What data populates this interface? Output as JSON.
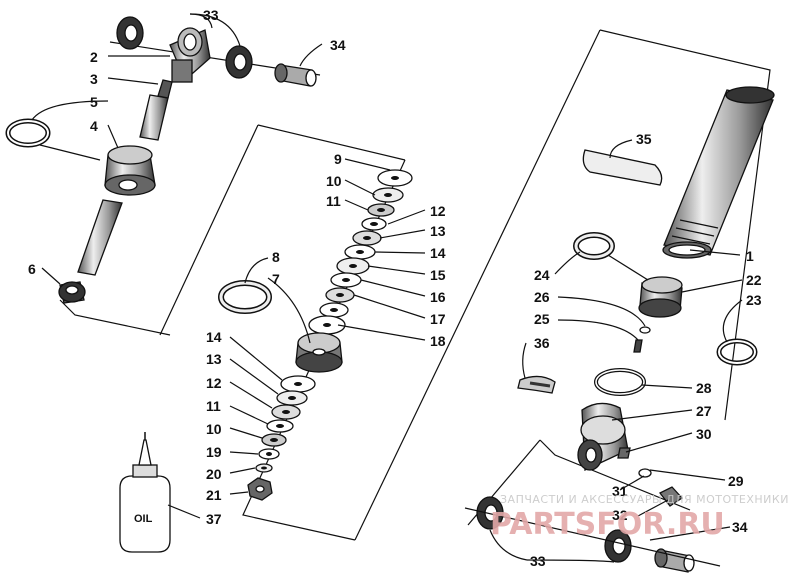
{
  "diagram": {
    "callouts": [
      "33",
      "2",
      "34",
      "3",
      "5",
      "4",
      "6",
      "9",
      "10",
      "11",
      "12",
      "13",
      "14",
      "15",
      "16",
      "17",
      "18",
      "8",
      "7",
      "14",
      "13",
      "12",
      "11",
      "10",
      "19",
      "20",
      "21",
      "37",
      "35",
      "1",
      "24",
      "22",
      "23",
      "26",
      "25",
      "36",
      "28",
      "27",
      "30",
      "29",
      "31",
      "32",
      "34",
      "33"
    ],
    "oil_bottle_label": "OIL"
  },
  "watermark": {
    "caption": "ЗАПЧАСТИ И АКСЕССУАРЫ ДЛЯ МОТОТЕХНИКИ",
    "logo": "PARTSFOR.RU"
  }
}
